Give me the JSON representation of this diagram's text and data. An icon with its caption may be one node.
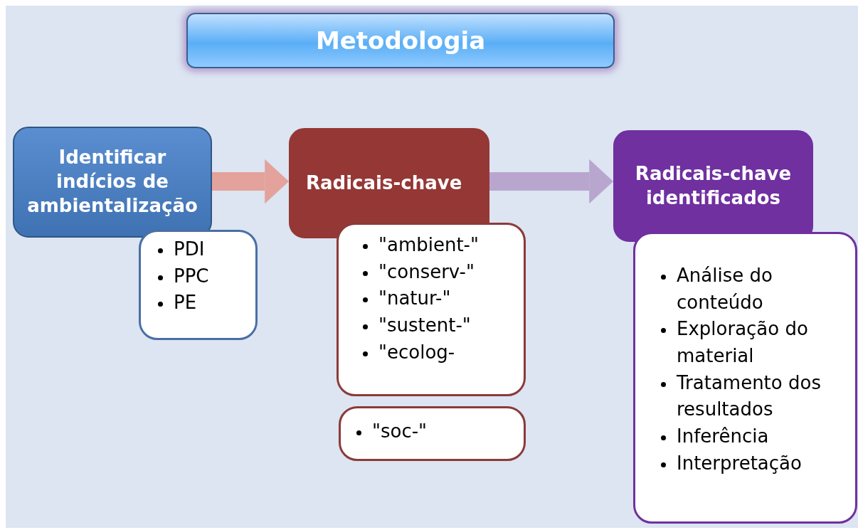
{
  "diagram": {
    "title": "Metodologia",
    "nodes": [
      {
        "text": [
          "Identificar indícios de ambientalização"
        ]
      },
      {
        "text": [
          "PDI",
          "PPC",
          "PE"
        ]
      },
      {
        "text": [
          "Radicais-chave"
        ]
      },
      {
        "text": [
          "\"ambient-\"",
          "\"conserv-\"",
          "\"natur-\"",
          "\"sustent-\"",
          "\"ecolog-"
        ]
      },
      {
        "text": [
          "\"soc-\""
        ]
      },
      {
        "text": [
          "Radicais-chave identificados"
        ]
      },
      {
        "text": [
          "Análise do conteúdo",
          "Exploração do material",
          "Tratamento dos resultados",
          "Inferência",
          "Interpretação"
        ]
      }
    ],
    "edges": [
      {
        "from": 0,
        "to": 2,
        "arrow": "to",
        "color": "#e3a29c"
      },
      {
        "from": 2,
        "to": 5,
        "arrow": "to",
        "color": "#b9a6cf"
      }
    ]
  }
}
